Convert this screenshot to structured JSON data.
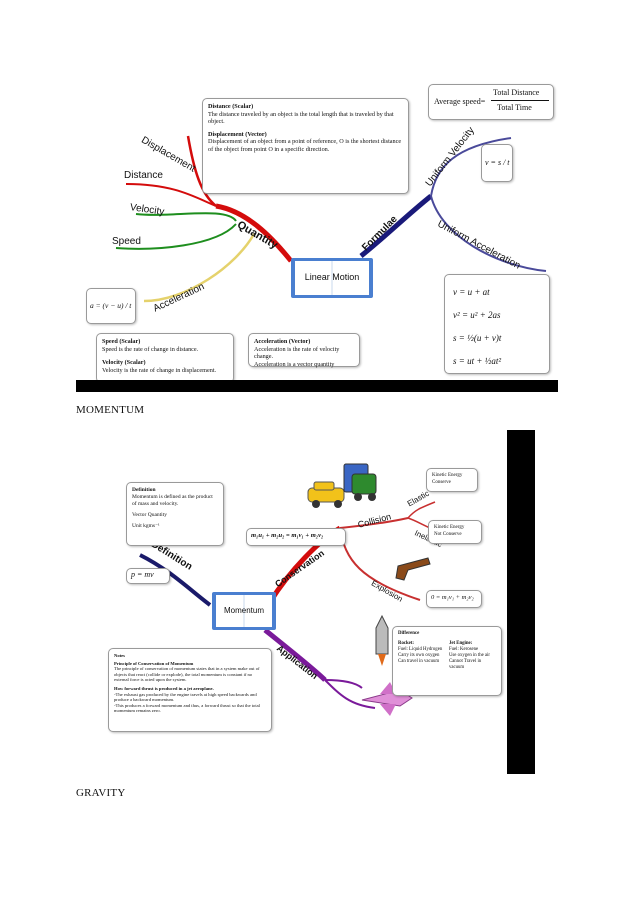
{
  "linear_motion": {
    "center": "Linear Motion",
    "branches": {
      "quantity": "Quantity",
      "formulae": "Formulae",
      "displacement": "Displacement",
      "distance": "Distance",
      "velocity": "Velocity",
      "speed": "Speed",
      "acceleration": "Acceleration",
      "uniform_velocity": "Uniform Velocity",
      "uniform_acceleration": "Uniform Acceleration"
    },
    "distance_box": {
      "title": "Distance (Scalar)",
      "text": "The distance traveled by an object is the total length that is traveled by that object.",
      "title2": "Displacement (Vector)",
      "text2": "Displacement of an object from a point of reference, O is the shortest distance of the object from point O in a specific direction."
    },
    "avg_speed": {
      "label": "Average speed=",
      "numerator": "Total Distance",
      "denominator": "Total Time"
    },
    "velocity_formula": "v = s / t",
    "accel_formula": "a = (v − u) / t",
    "equations": [
      "v = u + at",
      "v² = u² + 2as",
      "s = ½(u + v)t",
      "s = ut + ½at²"
    ],
    "speed_box": {
      "title": "Speed (Scalar)",
      "text": "Speed is the rate of change in distance.",
      "title2": "Velocity (Scalar)",
      "text2": "Velocity is the rate of change in displacement."
    },
    "accel_box": {
      "title": "Acceleration (Vector)",
      "text": "Acceleration is the rate of velocity change.",
      "text2": "Acceleration is a vector quantity"
    }
  },
  "headings": {
    "momentum": "MOMENTUM",
    "gravity": "GRAVITY"
  },
  "momentum": {
    "center": "Momentum",
    "branches": {
      "definition": "Definition",
      "conservation": "Conservation",
      "application": "Application",
      "collision": "Collision",
      "elastic": "Elastic",
      "inelastic": "Inelastic",
      "explosion": "Explosion"
    },
    "definition_box": {
      "title": "Definition",
      "text": "Momentum is defined as the product of mass and velocity.",
      "line2": "Vector Quantity",
      "line3": "Unit kgms⁻¹"
    },
    "p_formula": "p = mv",
    "conservation_formula": "m₁u₁ + m₂u₂ = m₁v₁ + m₂v₂",
    "explosion_formula": "0 = m₁v₁ + m₂v₂",
    "elastic_box": {
      "line1": "Kinetic Energy",
      "line2": "Conserve"
    },
    "inelastic_box": {
      "line1": "Kinetic Energy",
      "line2": "Not Conserve"
    },
    "notes_box": {
      "title": "Notes",
      "sub1": "Principle of Conservation of Momentum",
      "text1": "The principle of conservation of momentum states that in a system make out of objects that react (collide or explode), the total momentum is constant if no external force is acted upon the system.",
      "sub2": "How forward thrust is produced in a jet aeroplane.",
      "text2": "-The exhaust gas produced by the engine travels at high speed backwards and produce a backward momentum.",
      "text3": "-This produces a forward momentum and thus, a forward thrust so that the total momentum remains zero."
    },
    "difference_box": {
      "title": "Difference",
      "rocket_title": "Rocket:",
      "rocket_lines": [
        "Fuel: Liquid Hydrogen",
        "Carry its own oxygen",
        "Can travel in vacuum"
      ],
      "jet_title": "Jet Engine:",
      "jet_lines": [
        "Fuel: Kerosene",
        "Use oxygen in the air",
        "Cannot Travel in vacuum"
      ]
    }
  }
}
